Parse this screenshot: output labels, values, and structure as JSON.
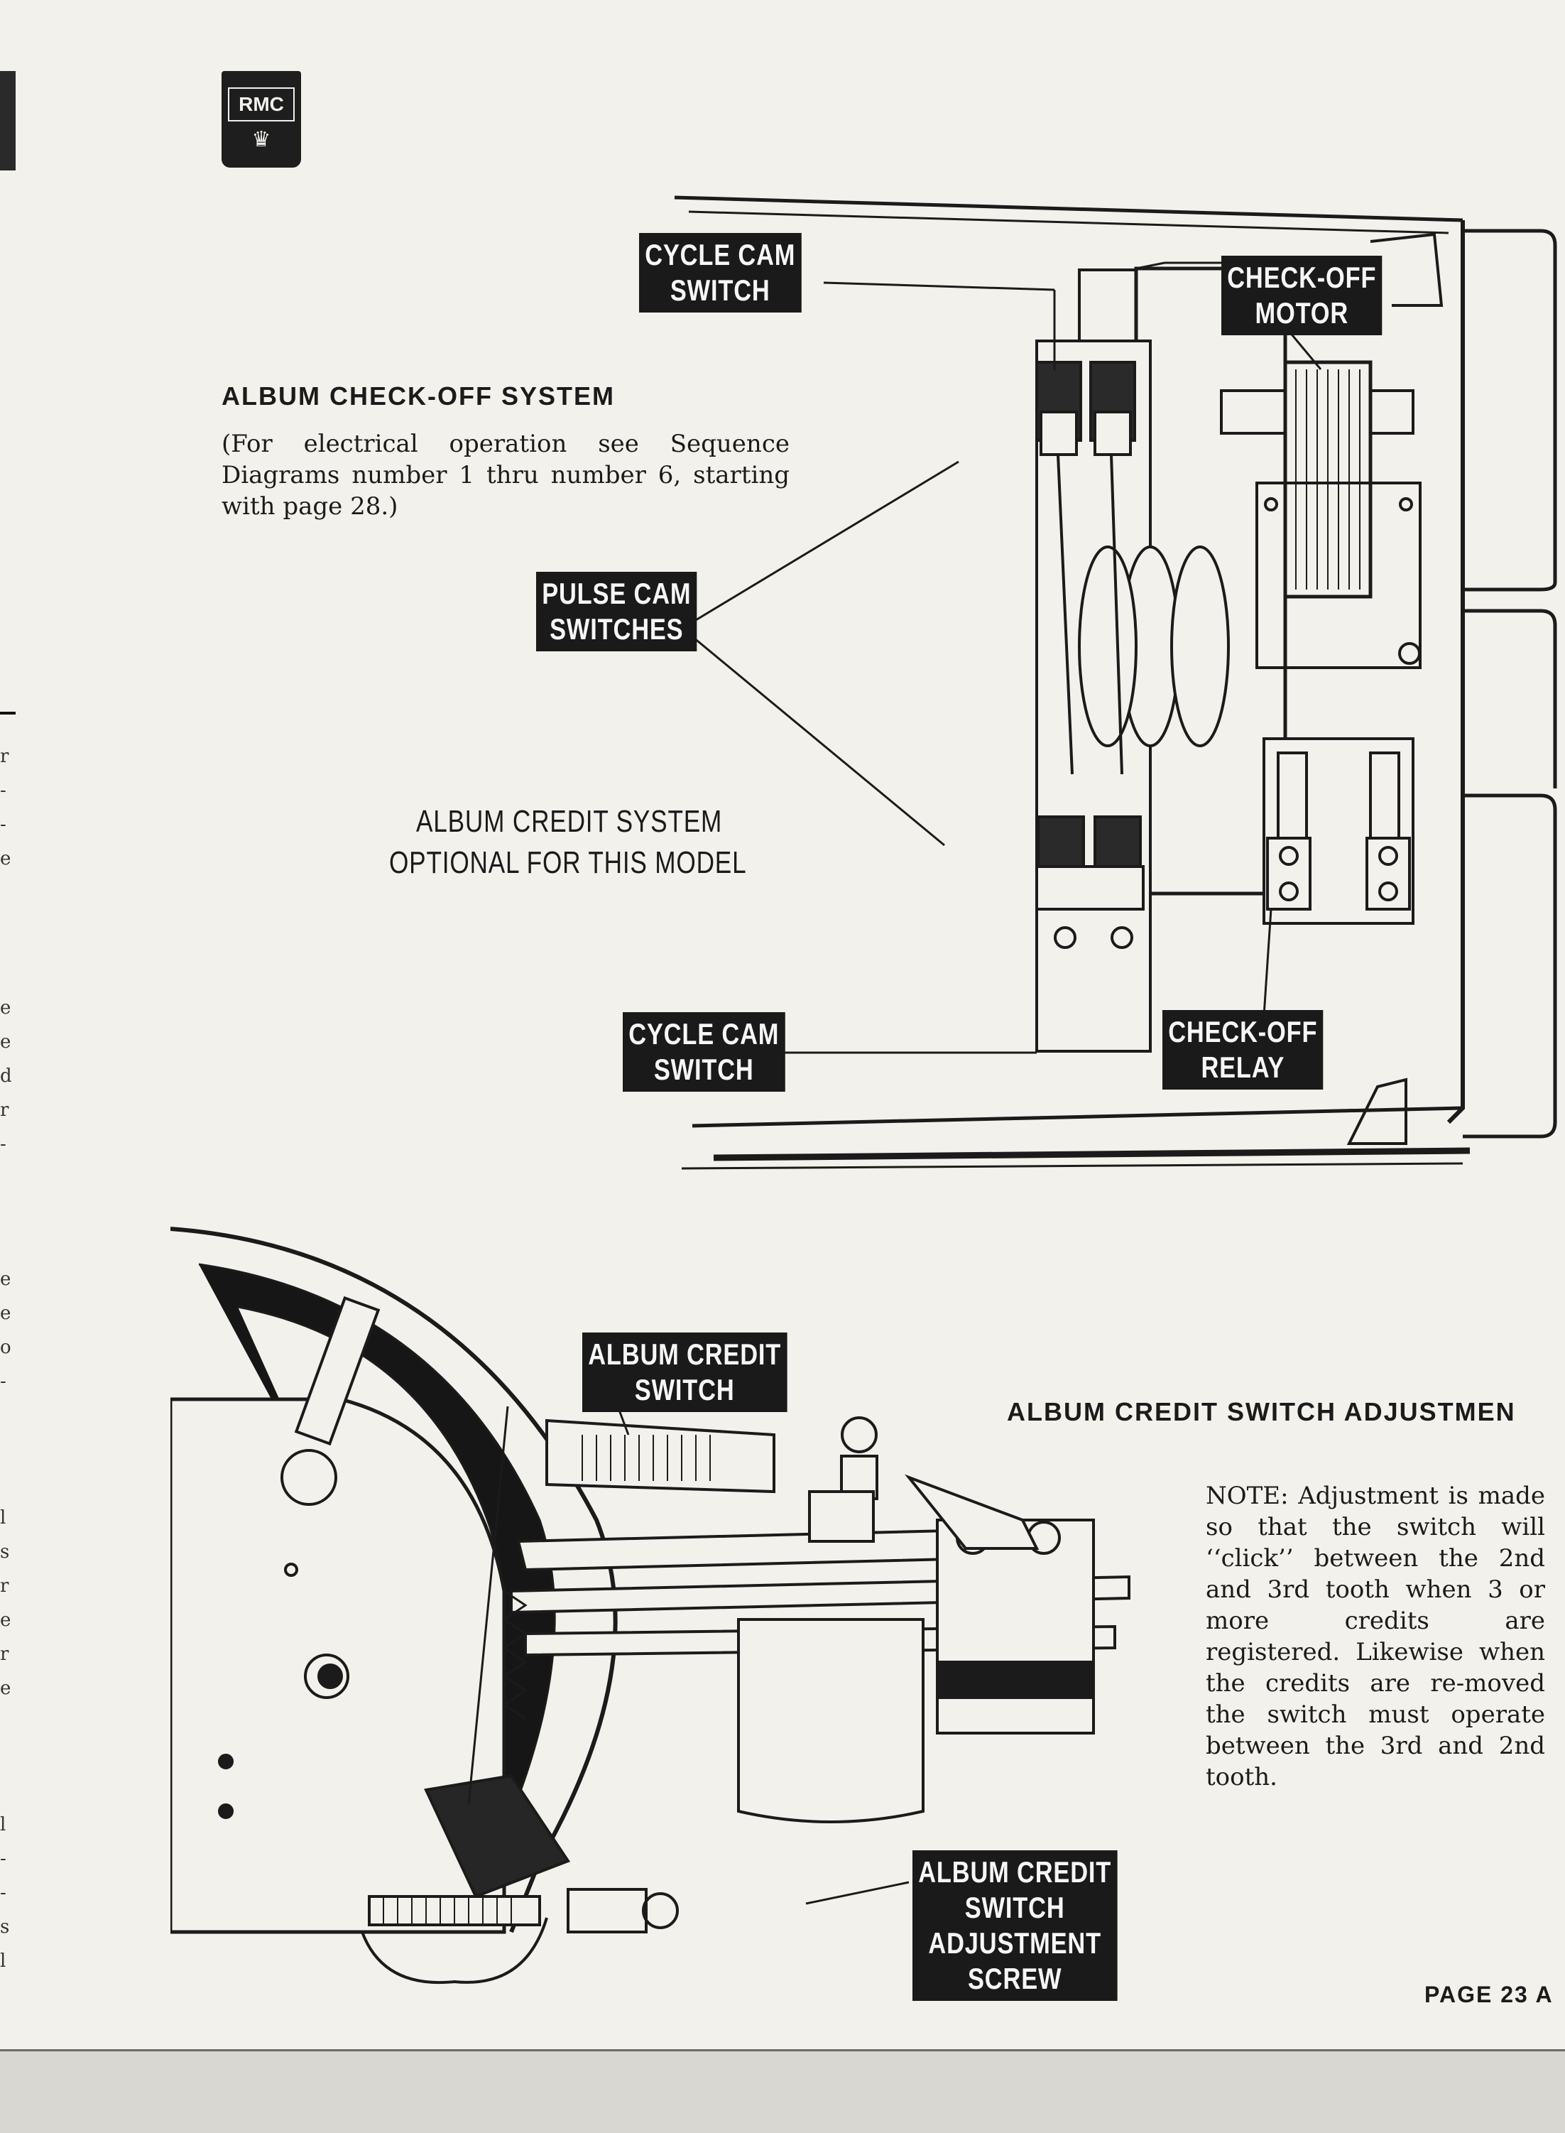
{
  "logo": {
    "text": "RMC",
    "crown": "♛"
  },
  "left_margin": [
    "r",
    "-",
    "-",
    "e",
    "e",
    "e",
    "d",
    "r",
    "-",
    "e",
    "e",
    "o",
    "-",
    "l",
    "s",
    "r",
    "e",
    "r",
    "e",
    "l",
    "-",
    "-",
    "s",
    "l"
  ],
  "section1": {
    "heading": "ALBUM CHECK-OFF SYSTEM",
    "paragraph": "(For electrical operation see Sequence Diagrams number 1 thru number 6, starting with page 28.)",
    "credit_note_line1": "ALBUM CREDIT SYSTEM",
    "credit_note_line2": "OPTIONAL FOR THIS MODEL",
    "labels": {
      "cycle_cam_top_1": "CYCLE CAM",
      "cycle_cam_top_2": "SWITCH",
      "check_off_motor_1": "CHECK-OFF",
      "check_off_motor_2": "MOTOR",
      "pulse_cam_1": "PULSE CAM",
      "pulse_cam_2": "SWITCHES",
      "cycle_cam_bottom_1": "CYCLE CAM",
      "cycle_cam_bottom_2": "SWITCH",
      "check_off_relay_1": "CHECK-OFF",
      "check_off_relay_2": "RELAY"
    }
  },
  "section2": {
    "heading": "ALBUM CREDIT SWITCH ADJUSTMEN",
    "note": "NOTE: Adjustment is made so that the switch will ‘‘click’’ between the 2nd and 3rd tooth when 3 or more credits are registered. Likewise when the credits are re-moved the switch must operate between the 3rd and 2nd tooth.",
    "labels": {
      "album_credit_switch_1": "ALBUM CREDIT",
      "album_credit_switch_2": "SWITCH",
      "adjust_screw_1": "ALBUM CREDIT",
      "adjust_screw_2": "SWITCH",
      "adjust_screw_3": "ADJUSTMENT",
      "adjust_screw_4": "SCREW"
    }
  },
  "page_number": "PAGE 23 A"
}
